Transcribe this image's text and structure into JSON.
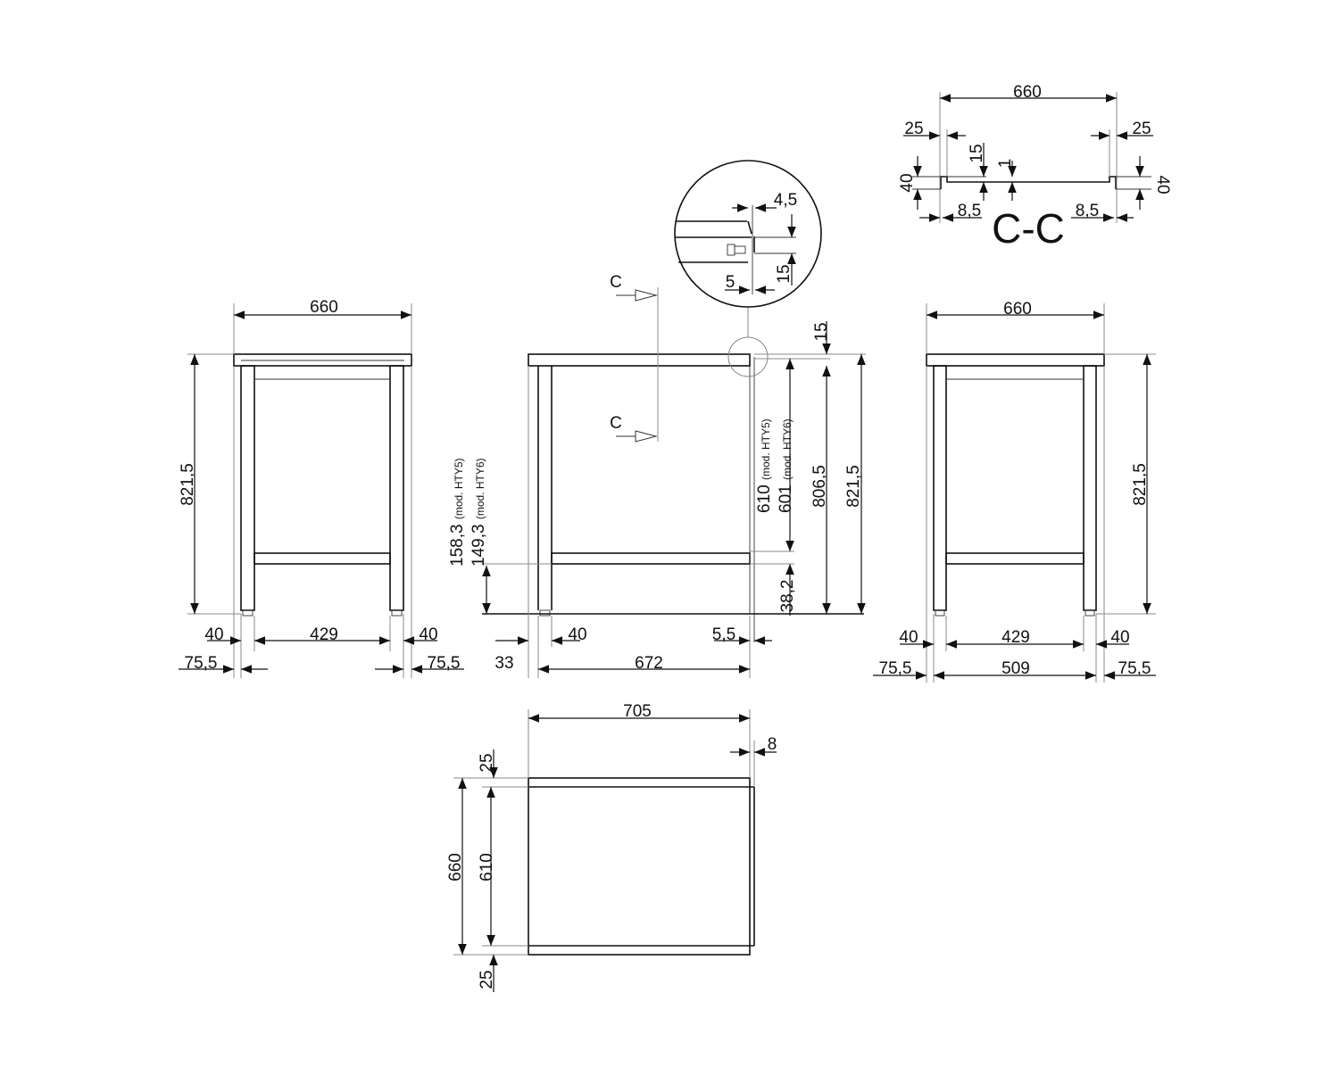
{
  "drawing": {
    "section_label": "C-C",
    "section_marker": "C",
    "side_view_left": {
      "width": "660",
      "height": "821,5",
      "leg_left": "40",
      "inner": "429",
      "leg_right": "40",
      "offset_left": "75,5",
      "offset_right": "75,5"
    },
    "front_view": {
      "top_thickness": "15",
      "height_inner": "806,5",
      "height_total": "821,5",
      "shelf_hty5": "610",
      "shelf_hty5_note": "(mod. HTY5)",
      "shelf_hty6": "601",
      "shelf_hty6_note": "(mod. HTY6)",
      "shelf_height": "38,2",
      "low_hty5": "158,3",
      "low_hty5_note": "(mod. HTY5)",
      "low_hty6": "149,3",
      "low_hty6_note": "(mod. HTY6)",
      "offset": "33",
      "leg": "40",
      "length": "672",
      "overhang": "5,5"
    },
    "detail": {
      "gap_top": "4,5",
      "height": "15",
      "gap_bottom": "5"
    },
    "side_view_right": {
      "width": "660",
      "height": "821,5",
      "leg_left": "40",
      "inner": "429",
      "leg_right": "40",
      "offset_left": "75,5",
      "span": "509",
      "offset_right": "75,5"
    },
    "section_cc": {
      "width": "660",
      "edge_left": "25",
      "edge_right": "25",
      "lip": "15",
      "thickness": "1",
      "height_left": "40",
      "height_right": "40",
      "inset_left": "8,5",
      "inset_right": "8,5"
    },
    "plan_view": {
      "length": "705",
      "overhang": "8",
      "edge_top": "25",
      "depth": "660",
      "inner_depth": "610",
      "edge_bottom": "25"
    }
  }
}
